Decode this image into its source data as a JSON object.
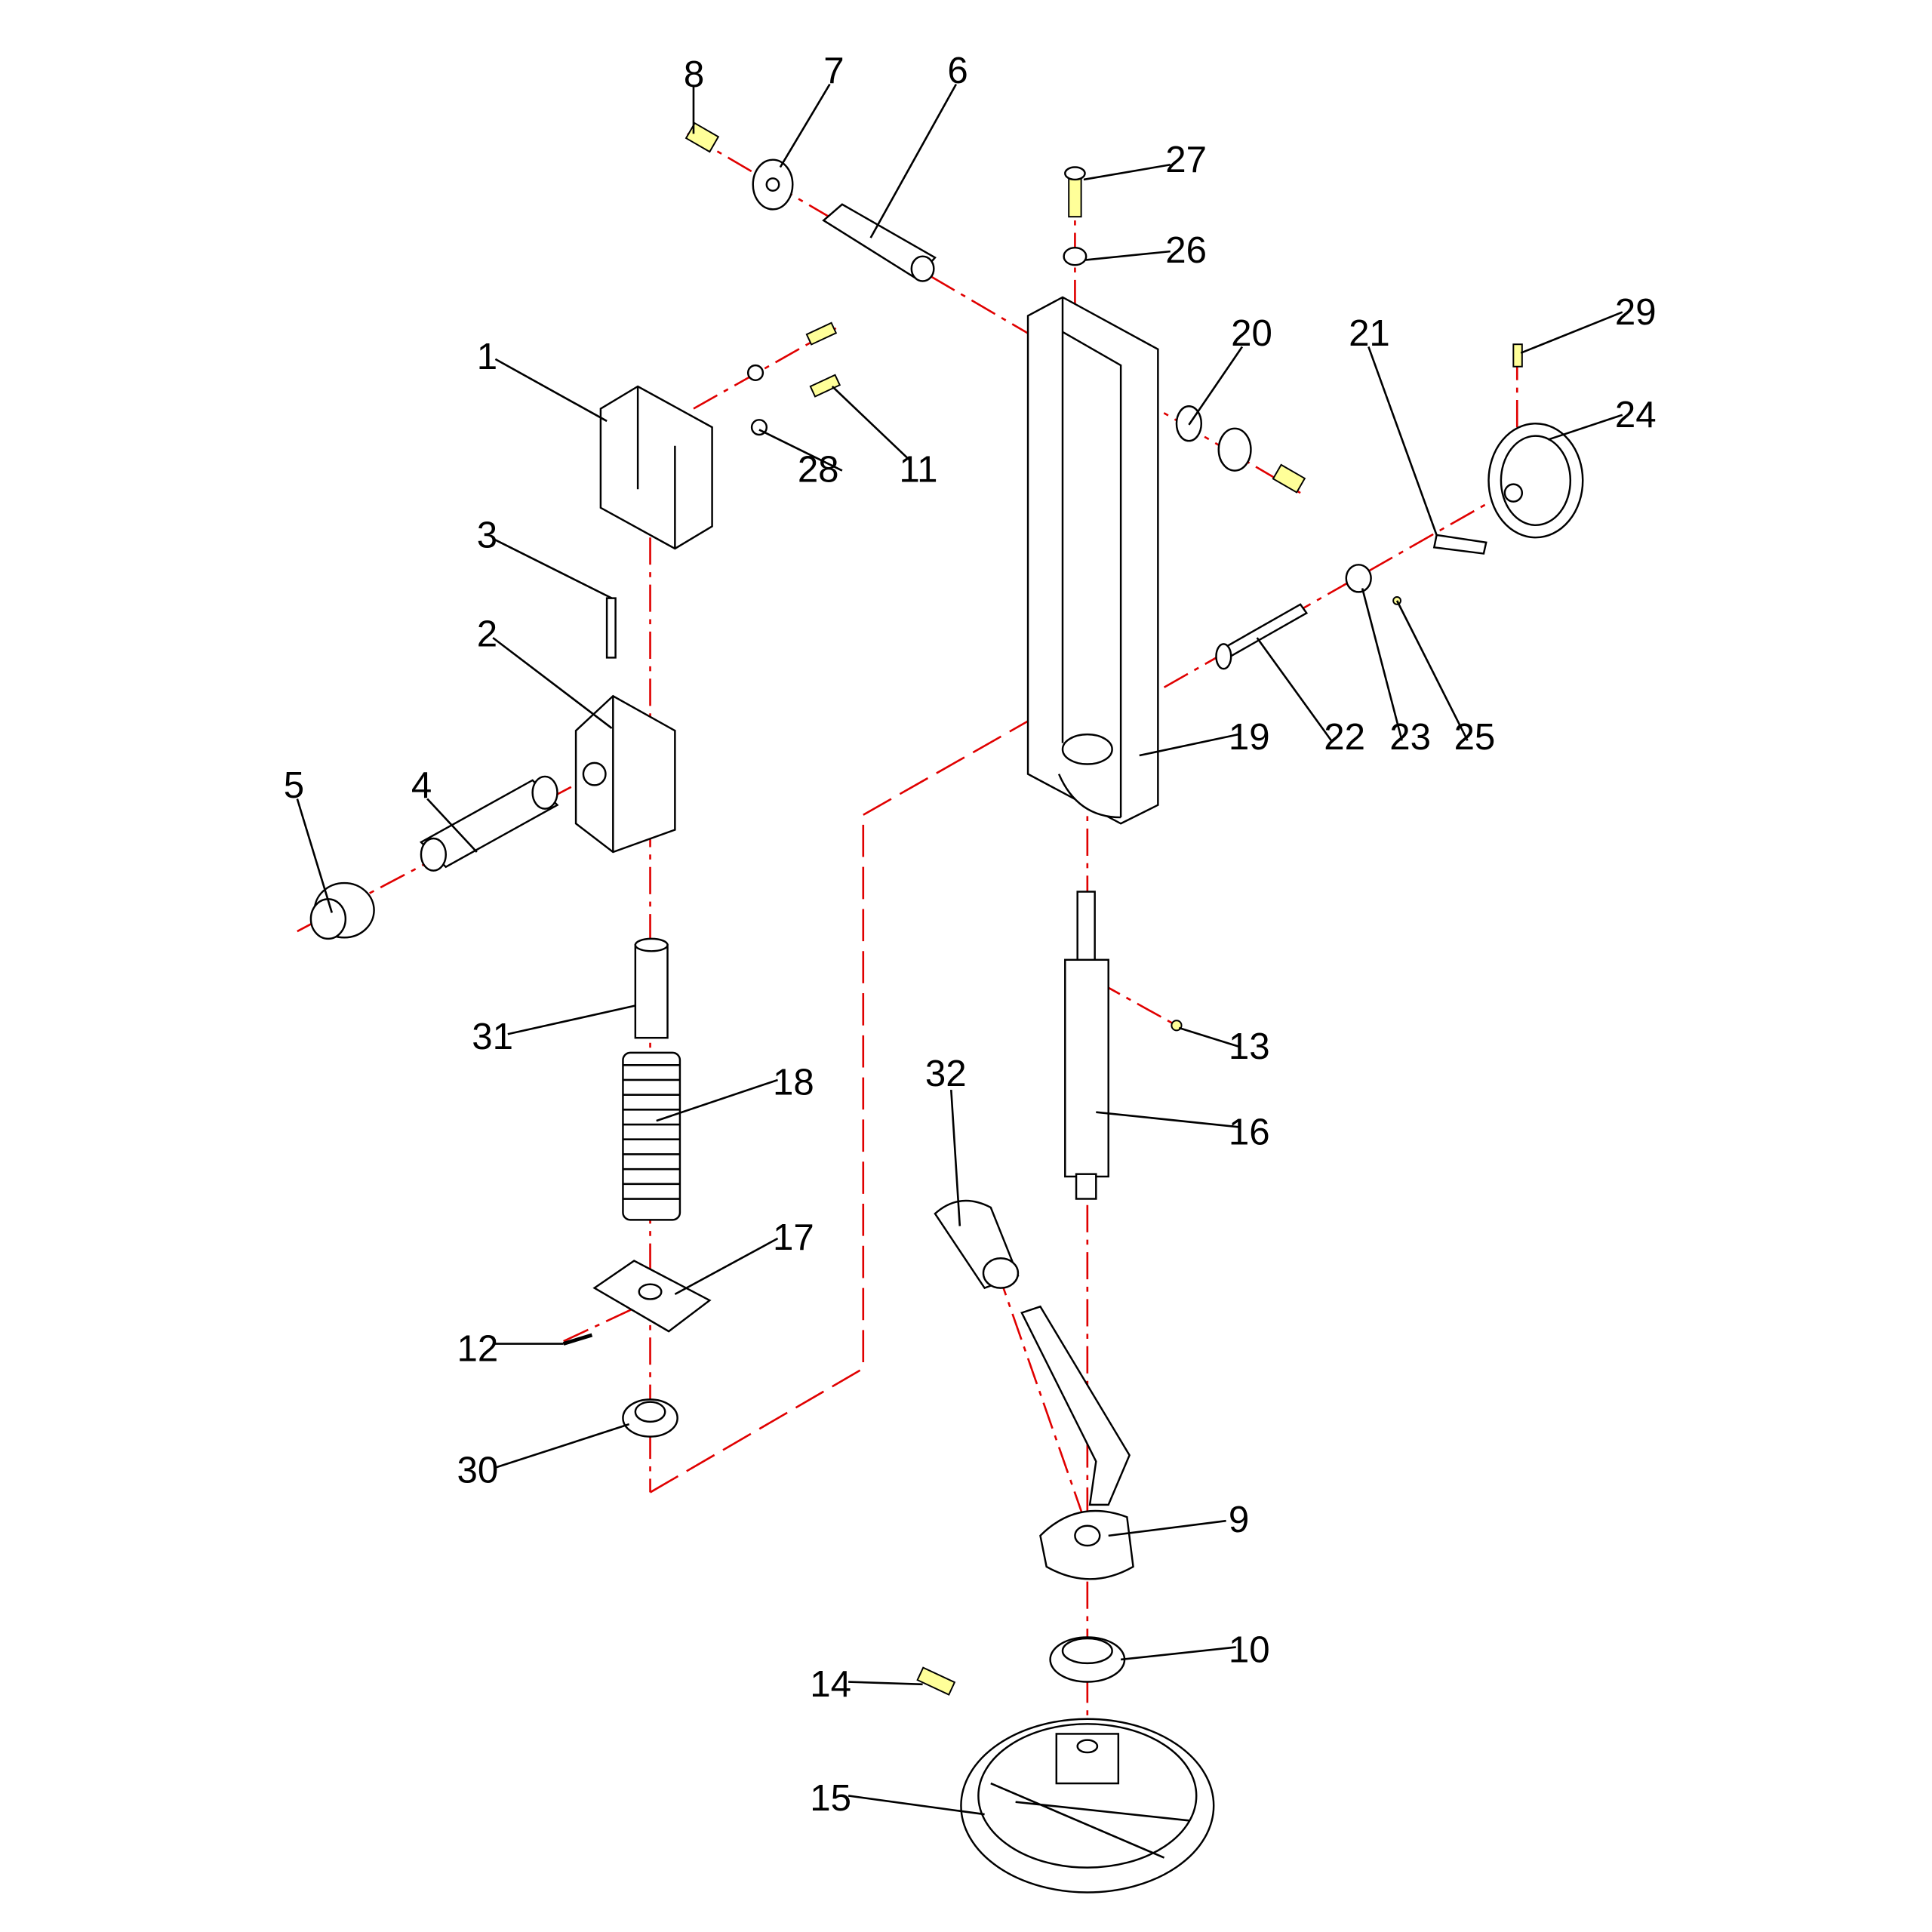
{
  "title": "Exploded parts diagram",
  "callouts": [
    "1",
    "2",
    "3",
    "4",
    "5",
    "6",
    "7",
    "8",
    "9",
    "10",
    "11",
    "12",
    "13",
    "14",
    "15",
    "16",
    "17",
    "18",
    "19",
    "20",
    "21",
    "22",
    "23",
    "24",
    "25",
    "26",
    "27",
    "28",
    "29",
    "30",
    "31",
    "32"
  ],
  "colors": {
    "centerline": "#e00000",
    "fastener": "#ffff99",
    "line": "#000000"
  }
}
